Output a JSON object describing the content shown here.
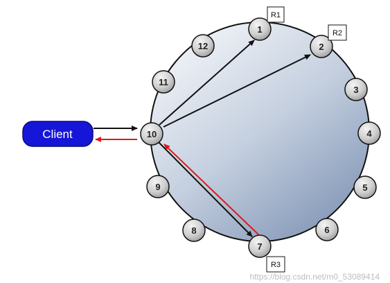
{
  "diagram": {
    "client_label": "Client",
    "nodes": [
      "1",
      "2",
      "3",
      "4",
      "5",
      "6",
      "7",
      "8",
      "9",
      "10",
      "11",
      "12"
    ],
    "replica_tags": [
      {
        "label": "R1",
        "node": "1"
      },
      {
        "label": "R2",
        "node": "2"
      },
      {
        "label": "R3",
        "node": "7"
      }
    ],
    "watermark": "https://blog.csdn.net/m0_53089414"
  },
  "colors": {
    "ring_fill_light": "#f2f4f8",
    "ring_fill_dark": "#8397b7",
    "ring_stroke": "#111111",
    "node_fill_light": "#ededed",
    "node_fill_dark": "#a6a6a6",
    "client_fill": "#1616d8",
    "request_arrow": "#111111",
    "response_arrow": "#dd1a1a"
  }
}
